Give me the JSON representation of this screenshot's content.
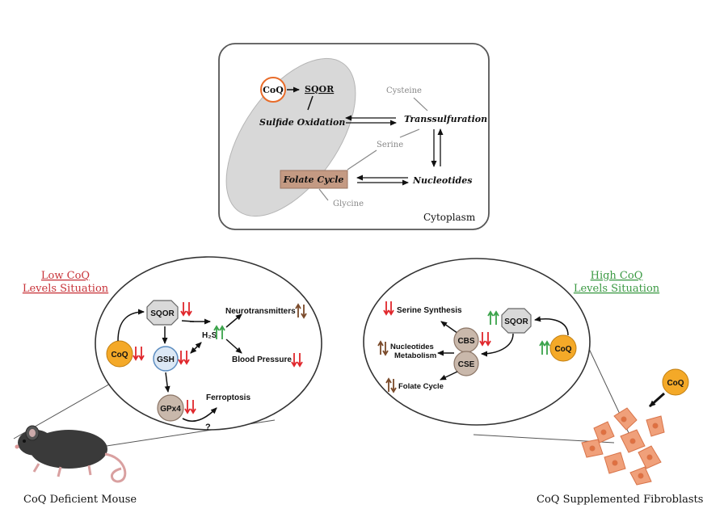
{
  "top_panel": {
    "coq": "CoQ",
    "sqor": "SQOR",
    "sulfide_oxidation": "Sulfide Oxidation",
    "cysteine": "Cysteine",
    "transsulfuration": "Transsulfuration",
    "serine": "Serine",
    "folate_cycle": "Folate Cycle",
    "nucleotides": "Nucleotides",
    "glycine": "Glycine",
    "cytoplasm": "Cytoplasm"
  },
  "left_panel": {
    "title_line1": "Low CoQ",
    "title_line2": "Levels Situation",
    "sqor": "SQOR",
    "coq": "CoQ",
    "gsh": "GSH",
    "gpx4": "GPx4",
    "h2s": "H₂S",
    "neurotransmitters": "Neurotransmitters",
    "blood_pressure": "Blood Pressure",
    "ferroptosis": "Ferroptosis",
    "question": "?",
    "caption": "CoQ Deficient Mouse"
  },
  "right_panel": {
    "title_line1": "High CoQ",
    "title_line2": "Levels Situation",
    "serine_synthesis": "Serine Synthesis",
    "sqor": "SQOR",
    "cbs": "CBS",
    "cse": "CSE",
    "coq": "CoQ",
    "nucleotides_line1": "Nucleotides",
    "nucleotides_line2": "Metabolism",
    "folate_cycle": "Folate Cycle",
    "coq_external": "CoQ",
    "caption": "CoQ Supplemented Fibroblasts"
  },
  "colors": {
    "red": "#e0262b",
    "green": "#3aa34a",
    "brown": "#7a4a2a",
    "coq_fill": "#f4a928",
    "folate_fill": "#c49a83",
    "title_red": "#c8343a",
    "title_green": "#3c9a44"
  }
}
